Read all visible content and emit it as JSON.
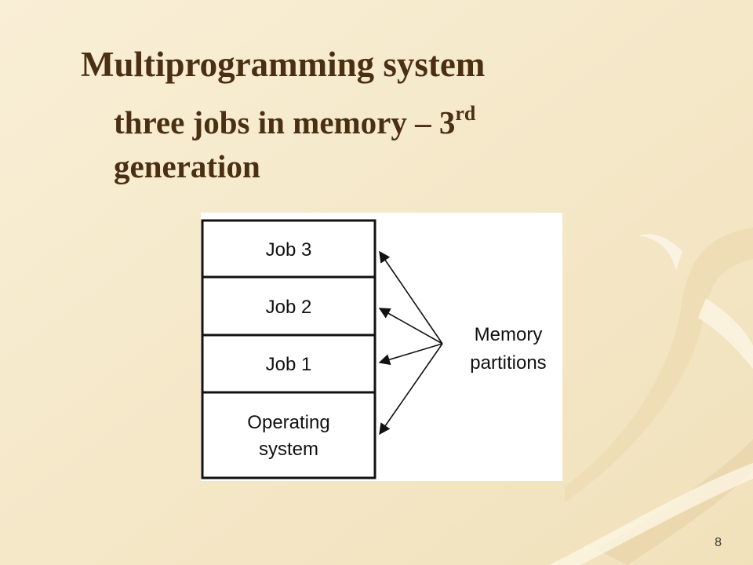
{
  "slide": {
    "title": "Multiprogramming system",
    "subtitle_main": "three jobs in memory – 3",
    "subtitle_sup": "rd",
    "subtitle_line2": "generation",
    "page_number": "8"
  },
  "diagram": {
    "partitions": [
      {
        "label": "Job 3"
      },
      {
        "label": "Job 2"
      },
      {
        "label": "Job 1"
      },
      {
        "label_line1": "Operating",
        "label_line2": "system"
      }
    ],
    "annotation_line1": "Memory",
    "annotation_line2": "partitions"
  }
}
